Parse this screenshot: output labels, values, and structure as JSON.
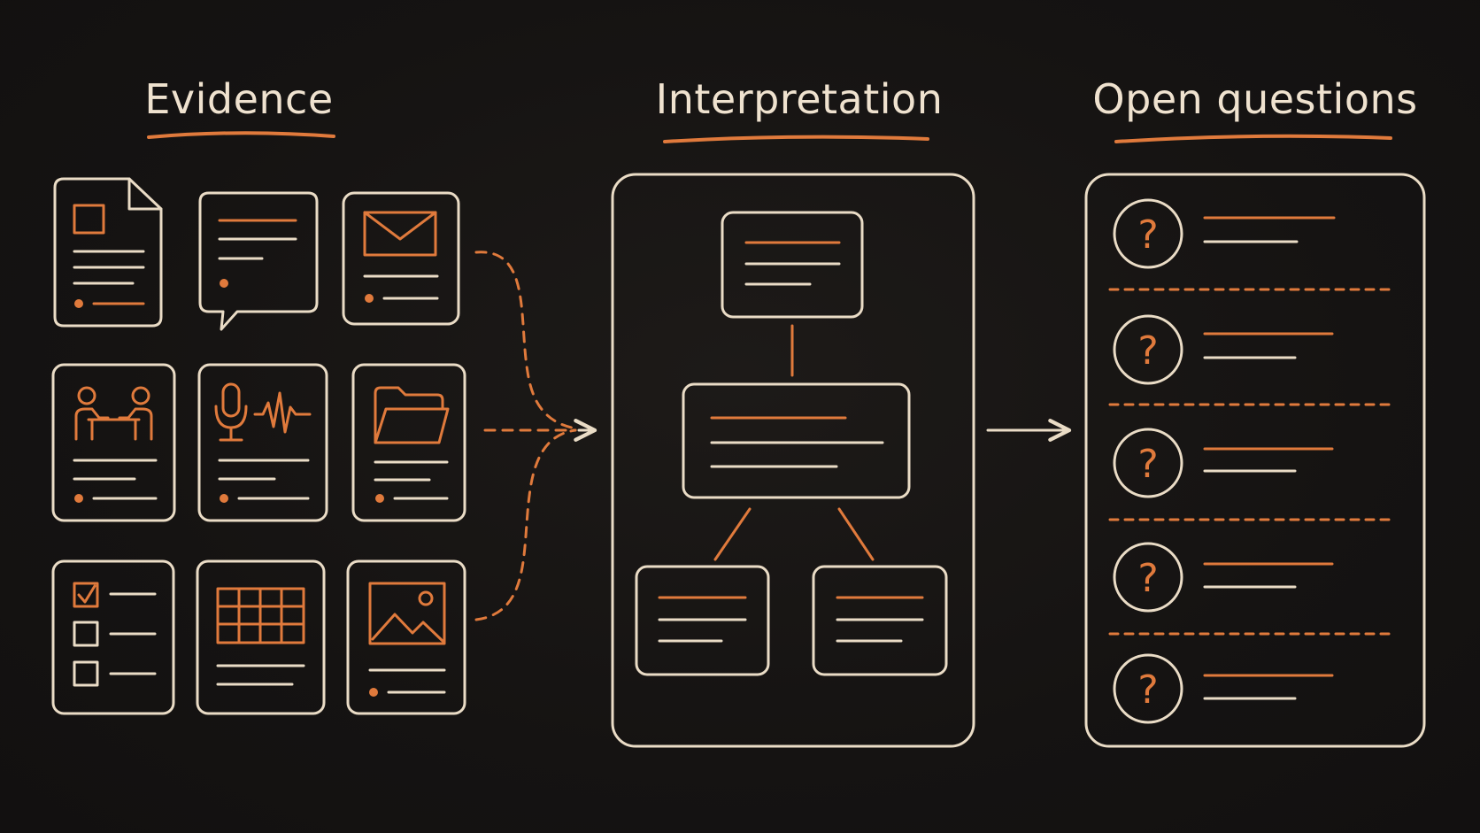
{
  "headings": {
    "evidence": "Evidence",
    "interpretation": "Interpretation",
    "open_questions": "Open questions"
  },
  "question_mark": "?",
  "colors": {
    "background": "#151312",
    "line": "#eadcc6",
    "accent": "#e07a3c"
  },
  "evidence_icons": [
    "document-icon",
    "chat-bubble-icon",
    "email-icon",
    "meeting-icon",
    "microphone-waveform-icon",
    "folder-icon",
    "checklist-icon",
    "spreadsheet-icon",
    "image-icon"
  ],
  "question_count": 5
}
